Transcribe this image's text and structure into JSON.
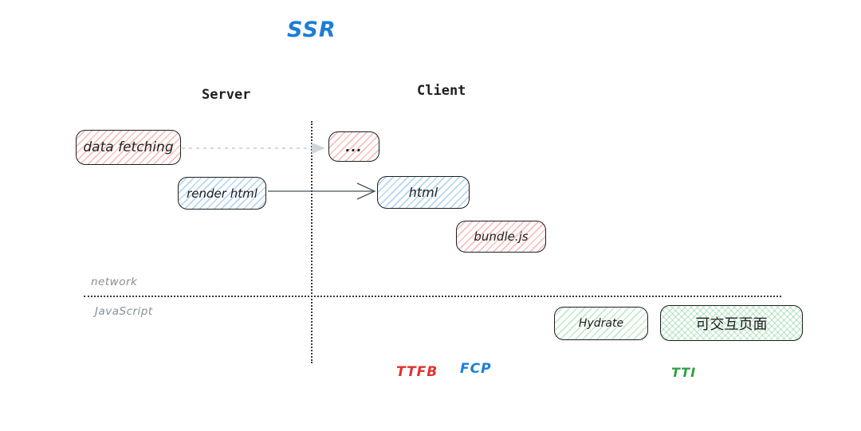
{
  "title": {
    "text": "SSR",
    "color": "#1c7ed6"
  },
  "columns": {
    "server": "Server",
    "client": "Client"
  },
  "lanes": {
    "network": "network",
    "javascript": "JavaScript",
    "label_color": "#868e96"
  },
  "nodes": {
    "data_fetching": {
      "label": "data fetching",
      "scheme": "pink-hachure"
    },
    "ellipsis": {
      "label": "...",
      "scheme": "pink-hachure"
    },
    "render_html": {
      "label": "render html",
      "scheme": "blue-hachure"
    },
    "html": {
      "label": "html",
      "scheme": "blue-hachure"
    },
    "bundle_js": {
      "label": "bundle.js",
      "scheme": "pink-hachure"
    },
    "hydrate": {
      "label": "Hydrate",
      "scheme": "green-hachure"
    },
    "interactive_page": {
      "label": "可交互页面",
      "scheme": "green-crosshatch"
    }
  },
  "arrows": {
    "data_fetch_to_client": {
      "style": "dotted",
      "color": "#ced4da"
    },
    "render_to_html": {
      "style": "solid",
      "color": "#495057"
    }
  },
  "metrics": {
    "ttfb": {
      "label": "TTFB",
      "color": "#e03131"
    },
    "fcp": {
      "label": "FCP",
      "color": "#1c7ed6"
    },
    "tti": {
      "label": "TTI",
      "color": "#2f9e44"
    }
  },
  "palette": {
    "box_border": "#1e1e1e",
    "pink_hatch": "#ffc9c9",
    "blue_hatch": "#a5d8ff",
    "green_hatch": "#b2f2bb",
    "separator_dots": "#343a40"
  }
}
